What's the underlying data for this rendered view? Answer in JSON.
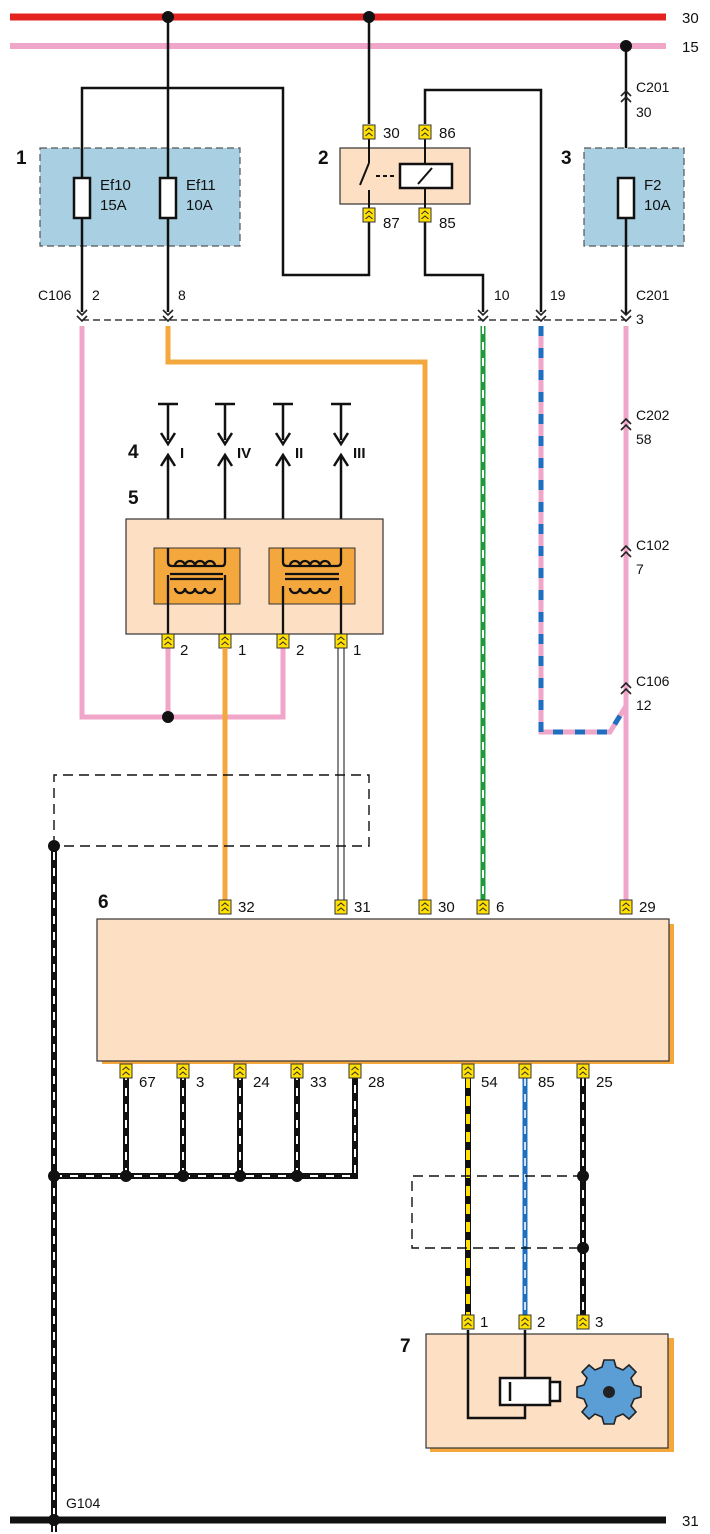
{
  "buses": {
    "b30": "30",
    "b15": "15",
    "b31": "31"
  },
  "components": {
    "c1": "1",
    "c2": "2",
    "c3": "3",
    "c4": "4",
    "c5": "5",
    "c6": "6",
    "c7": "7"
  },
  "fuses": {
    "ef10_name": "Ef10",
    "ef10_rating": "15A",
    "ef11_name": "Ef11",
    "ef11_rating": "10A",
    "f2_name": "F2",
    "f2_rating": "10A"
  },
  "relay": {
    "pin30": "30",
    "pin86": "86",
    "pin87": "87",
    "pin85": "85"
  },
  "connectors": {
    "c201_top": "C201",
    "c201_top_pin": "30",
    "c106": "C106",
    "c106_p2": "2",
    "c106_p8": "8",
    "c106_p10": "10",
    "c106_p19": "19",
    "c201_bottom": "C201",
    "c201_bottom_pin": "3",
    "c202": "C202",
    "c202_pin": "58",
    "c102": "C102",
    "c102_pin": "7",
    "c106_low": "C106",
    "c106_low_pin": "12"
  },
  "plugs": {
    "I": "I",
    "IV": "IV",
    "II": "II",
    "III": "III"
  },
  "coil_pins": {
    "p1": "2",
    "p2": "1",
    "p3": "2",
    "p4": "1"
  },
  "ecu_top_pins": {
    "p32": "32",
    "p31": "31",
    "p30": "30",
    "p6": "6",
    "p29": "29"
  },
  "ecu_bottom_pins": {
    "p67": "67",
    "p3": "3",
    "p24": "24",
    "p33": "33",
    "p28": "28",
    "p54": "54",
    "p85": "85",
    "p25": "25"
  },
  "sensor_pins": {
    "p1": "1",
    "p2": "2",
    "p3": "3"
  },
  "ground": {
    "g104": "G104"
  },
  "colors": {
    "red": "#e42220",
    "pink": "#f0a6c8",
    "orange": "#f4a73c",
    "green": "#1e9a3c",
    "blue": "#1e6fc0",
    "yellow": "#ffe000",
    "fuse_box": "#a9cfe3",
    "module": "#fde0c4",
    "coil_core": "#f4a73c",
    "gear": "#5b9ed6"
  }
}
